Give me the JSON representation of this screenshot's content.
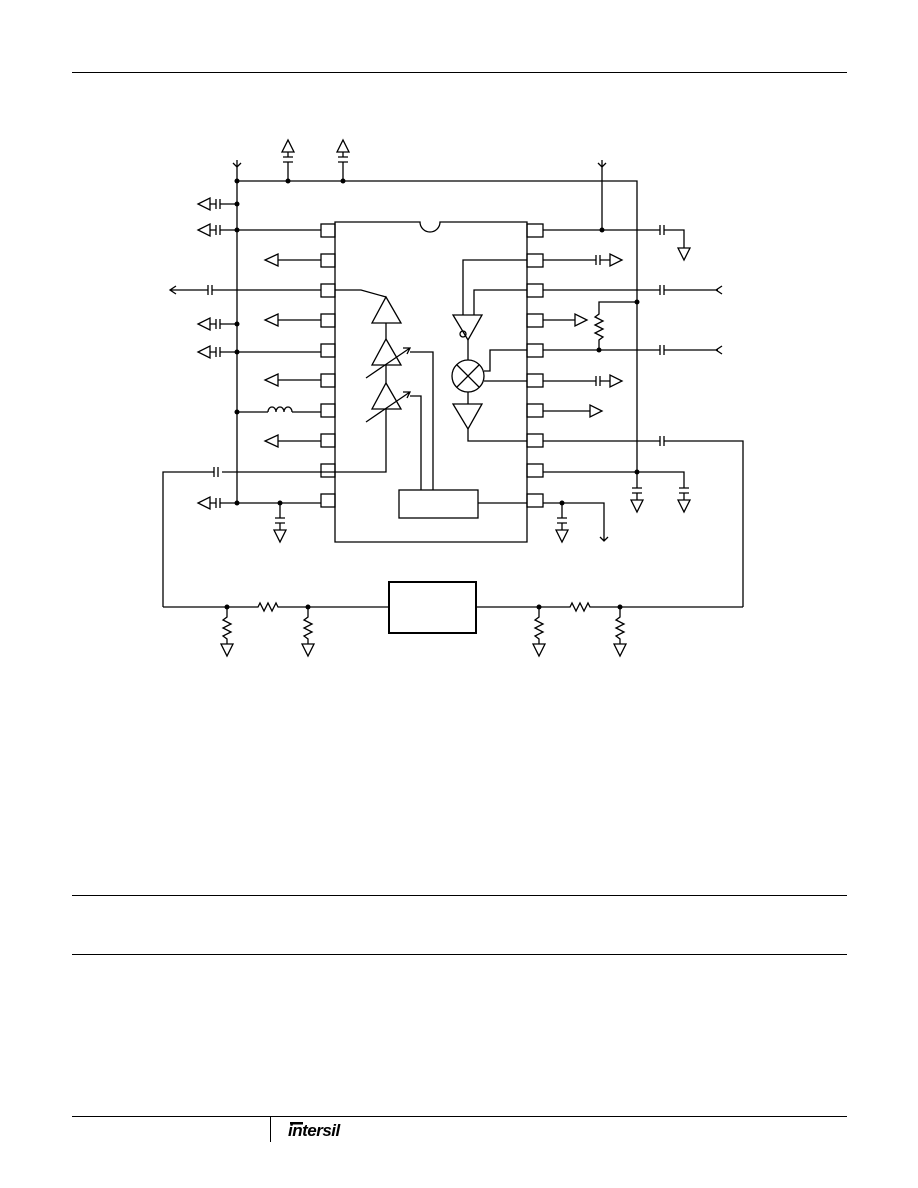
{
  "document": {
    "type": "datasheet-page",
    "header_text": "",
    "figure_caption": "",
    "footer_text": ""
  },
  "logo": {
    "brand": "intersil",
    "color": "#000000"
  },
  "schematic": {
    "ic": {
      "left_pins": 10,
      "right_pins": 10,
      "notch": true
    },
    "functional_blocks": [
      "amplifier-upper",
      "variable-gain-amplifier-1",
      "variable-gain-amplifier-2",
      "mixer",
      "amplifier-input",
      "amplifier-output",
      "control-block"
    ],
    "external_block": "filter",
    "stroke_color": "#000000"
  }
}
